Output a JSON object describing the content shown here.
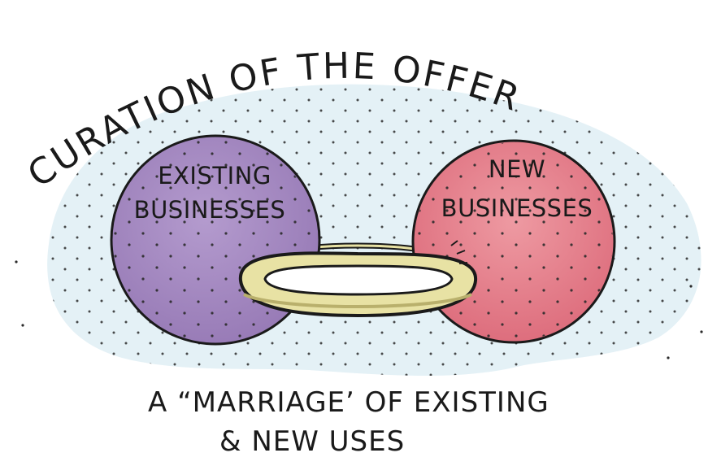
{
  "title": "CURATION OF THE OFFER",
  "left_circle": {
    "line1": "EXISTING",
    "line2": "BUSINESSES",
    "color": "#a48ac0"
  },
  "right_circle": {
    "line1": "NEW",
    "line2": "BUSINESSES",
    "color": "#e5808a"
  },
  "ring_color": "#e8e2a4",
  "cloud_color": "#e3f1f6",
  "caption": {
    "line1": "A “MARRIAGE’ OF EXISTING",
    "line2": "& NEW USES"
  }
}
